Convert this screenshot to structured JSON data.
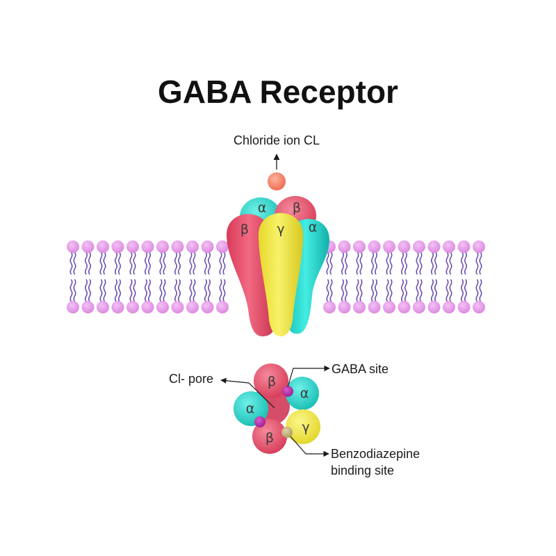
{
  "title": "GABA Receptor",
  "labels": {
    "chloride_ion": "Chloride ion CL",
    "cl_pore": "Cl- pore",
    "gaba_site": "GABA site",
    "benzo_line1": "Benzodiazepine",
    "benzo_line2": "binding site"
  },
  "subunits": {
    "side_view": {
      "back_left": "α",
      "back_right": "β",
      "front_left": "β",
      "front_center": "γ",
      "front_right": "α"
    },
    "top_view": {
      "top": "β",
      "right": "α",
      "left": "α",
      "bottom_right": "γ",
      "bottom": "β"
    }
  },
  "colors": {
    "alpha": "#2ee0d4",
    "beta": "#ee5b73",
    "gamma": "#f2ec4a",
    "membrane_head": "#e59ae8",
    "membrane_tail": "#6a4fb0",
    "chloride": "#f4785e",
    "gaba_site": "#b02aa5",
    "benzo_site": "#c4b47c"
  }
}
